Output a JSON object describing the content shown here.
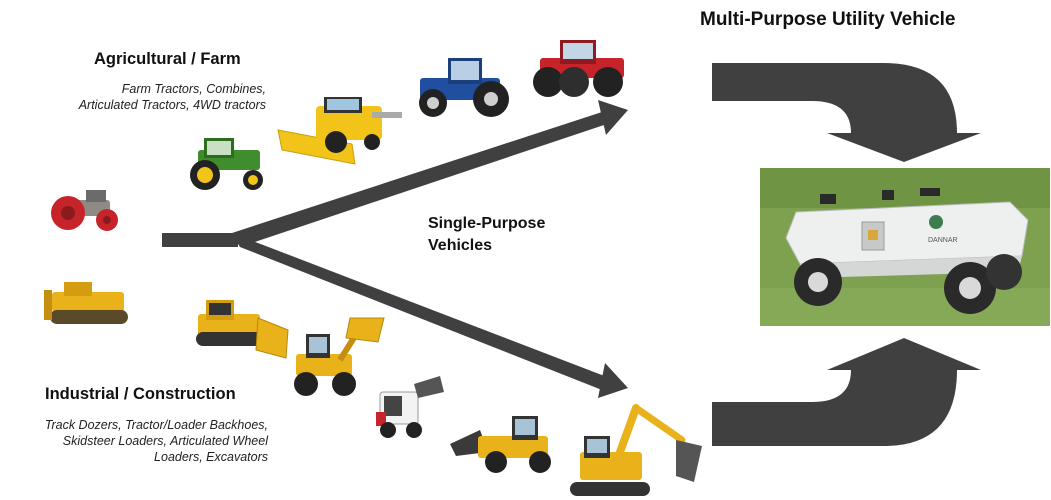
{
  "title": "Multi-Purpose Utility Vehicle",
  "agricultural": {
    "heading": "Agricultural / Farm",
    "lines": [
      "Farm Tractors, Combines,",
      "Articulated Tractors, 4WD tractors"
    ]
  },
  "industrial": {
    "heading": "Industrial / Construction",
    "lines": [
      "Track Dozers, Tractor/Loader Backhoes,",
      "Skidsteer Loaders, Articulated Wheel",
      "Loaders, Excavators"
    ]
  },
  "center_label": {
    "lines": [
      "Single-Purpose",
      "Vehicles"
    ]
  },
  "photo": {
    "vehicle_badge": "DANNAR",
    "colors": {
      "grass": "#7da14e",
      "body": "#eef0ef",
      "tire": "#2a2a2a"
    }
  },
  "colors": {
    "arrow": "#404040",
    "tractor_green": "#3f8d2c",
    "tractor_yellow": "#f2c318",
    "tractor_red": "#c6242a",
    "tractor_blue": "#1f4f9e",
    "machine_yellow": "#e9b21a"
  },
  "vehicles": {
    "agricultural": [
      "green-tractor-icon",
      "combine-harvester-icon",
      "blue-tractor-icon",
      "red-4wd-tractor-icon",
      "vintage-red-tractor-icon"
    ],
    "construction": [
      "vintage-dozer-icon",
      "track-dozer-icon",
      "wheel-loader-icon",
      "skidsteer-loader-icon",
      "articulated-loader-icon",
      "excavator-icon"
    ]
  }
}
